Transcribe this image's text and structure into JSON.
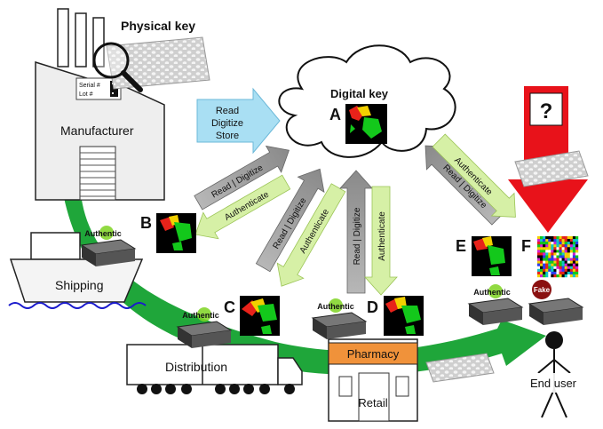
{
  "physical_key": {
    "title": "Physical key",
    "serial": "Serial #",
    "lot": "Lot #"
  },
  "digital_key": {
    "title": "Digital key"
  },
  "nodes": {
    "manufacturer": "Manufacturer",
    "shipping": "Shipping",
    "distribution": "Distribution",
    "pharmacy": "Pharmacy",
    "retail": "Retail",
    "end_user": "End user"
  },
  "store_arrow": {
    "line1": "Read",
    "line2": "Digitize",
    "line3": "Store"
  },
  "letters": {
    "a": "A",
    "b": "B",
    "c": "C",
    "d": "D",
    "e": "E",
    "f": "F"
  },
  "arrows": {
    "read_digitize": "Read | Digitize",
    "authenticate": "Authenticate",
    "read": "Read",
    "digitize": "Digitize"
  },
  "readers": {
    "authentic": "Authentic",
    "fake": "Fake"
  },
  "unknown": {
    "symbol": "?"
  },
  "colors": {
    "flow_green": "#1fa63a",
    "gray_arrow": "#9e9e9e",
    "auth_arrow": "#d6f0a6",
    "store_arrow": "#a9dff3",
    "red_arrow": "#e8121a",
    "pharmacy_bar": "#f0923a"
  }
}
